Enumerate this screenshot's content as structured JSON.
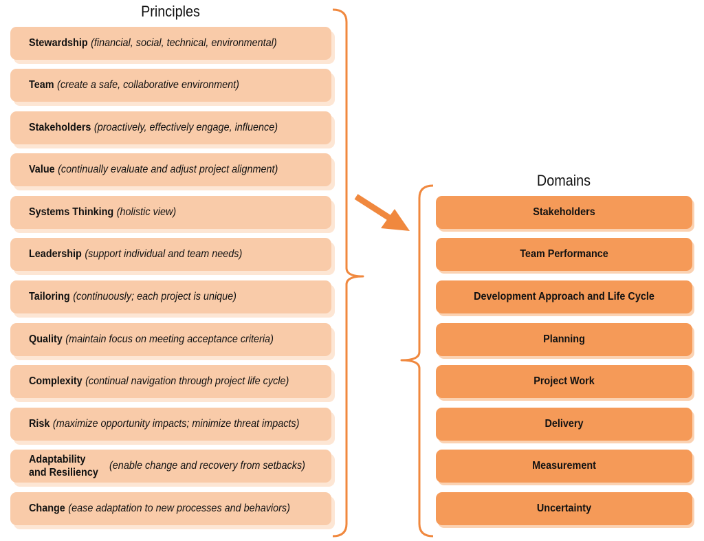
{
  "colors": {
    "principle_fill": "#f9cba9",
    "domain_fill": "#f59a58",
    "accent_orange": "#f0883e"
  },
  "principles": {
    "title": "Principles",
    "items": [
      {
        "name": "Stewardship",
        "desc": "(financial, social, technical, environmental)"
      },
      {
        "name": "Team",
        "desc": "(create a safe, collaborative environment)"
      },
      {
        "name": "Stakeholders",
        "desc": "(proactively, effectively engage, influence)"
      },
      {
        "name": "Value",
        "desc": "(continually evaluate and adjust project alignment)"
      },
      {
        "name": "Systems Thinking",
        "desc": "(holistic view)"
      },
      {
        "name": "Leadership",
        "desc": "(support individual and team needs)"
      },
      {
        "name": "Tailoring",
        "desc": "(continuously; each project is unique)"
      },
      {
        "name": "Quality",
        "desc": "(maintain focus on meeting acceptance criteria)"
      },
      {
        "name": "Complexity",
        "desc": "(continual navigation through project life cycle)"
      },
      {
        "name": "Risk",
        "desc": "(maximize opportunity impacts; minimize threat impacts)"
      },
      {
        "name_line1": "Adaptability",
        "name_line2": "and Resiliency",
        "desc": "(enable change and recovery from setbacks)"
      },
      {
        "name": "Change",
        "desc": "(ease adaptation to new processes and behaviors)"
      }
    ]
  },
  "domains": {
    "title": "Domains",
    "items": [
      "Stakeholders",
      "Team Performance",
      "Development Approach and Life Cycle",
      "Planning",
      "Project Work",
      "Delivery",
      "Measurement",
      "Uncertainty"
    ]
  }
}
